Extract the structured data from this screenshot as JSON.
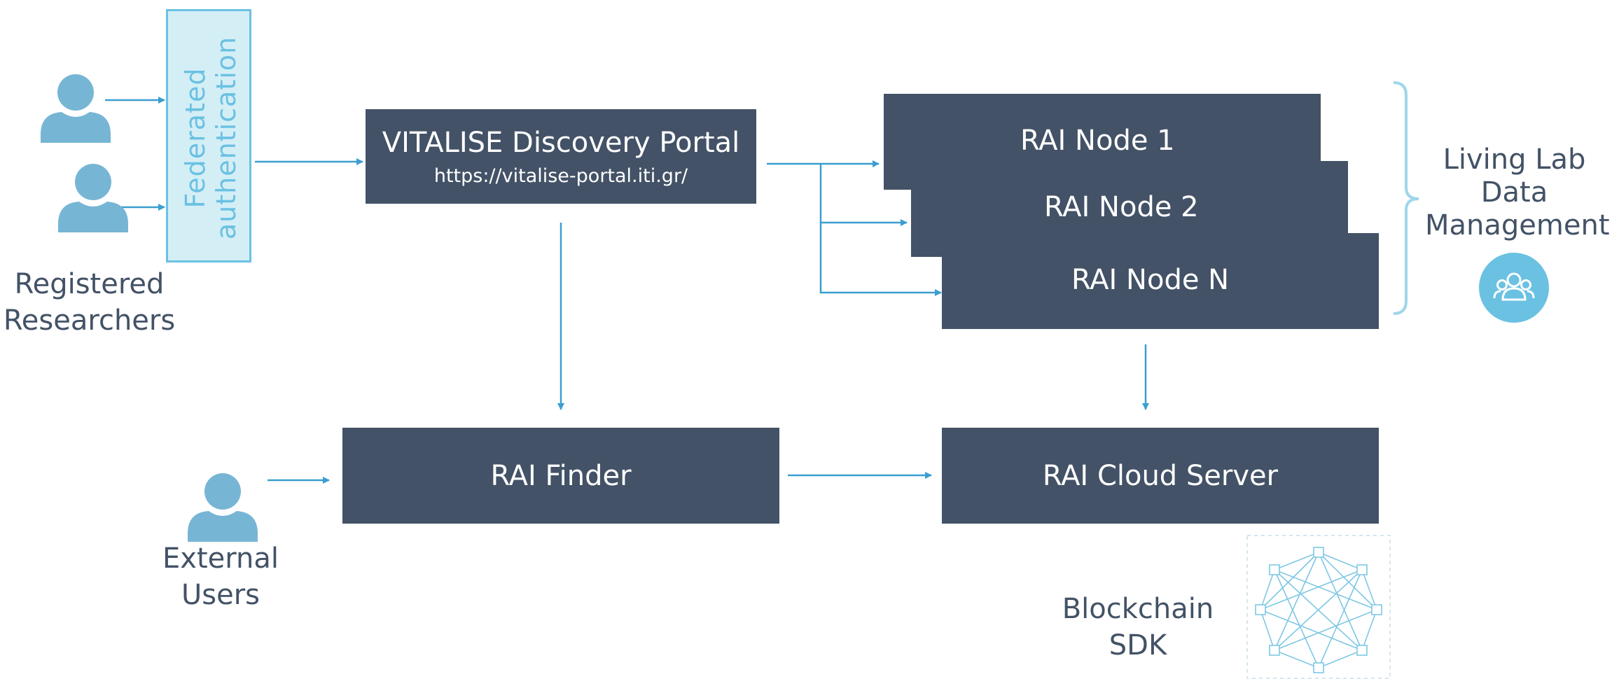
{
  "registered_researchers": {
    "label_line1": "Registered",
    "label_line2": "Researchers"
  },
  "federated_authentication": {
    "line1": "Federated",
    "line2": "authentication"
  },
  "discovery_portal": {
    "title": "VITALISE Discovery Portal",
    "url": "https://vitalise-portal.iti.gr/"
  },
  "rai_nodes": [
    "RAI Node 1",
    "RAI Node 2",
    "RAI Node N"
  ],
  "living_lab": {
    "line1": "Living Lab",
    "line2": "Data",
    "line3": "Management"
  },
  "rai_finder": {
    "label": "RAI Finder"
  },
  "rai_cloud_server": {
    "label": "RAI Cloud Server"
  },
  "external_users": {
    "label_line1": "External",
    "label_line2": "Users"
  },
  "blockchain_sdk": {
    "line1": "Blockchain",
    "line2": "SDK"
  },
  "colors": {
    "box_fill": "#435266",
    "accent": "#6ac1e2",
    "arrow": "#3a9ed0",
    "text": "#435266"
  }
}
